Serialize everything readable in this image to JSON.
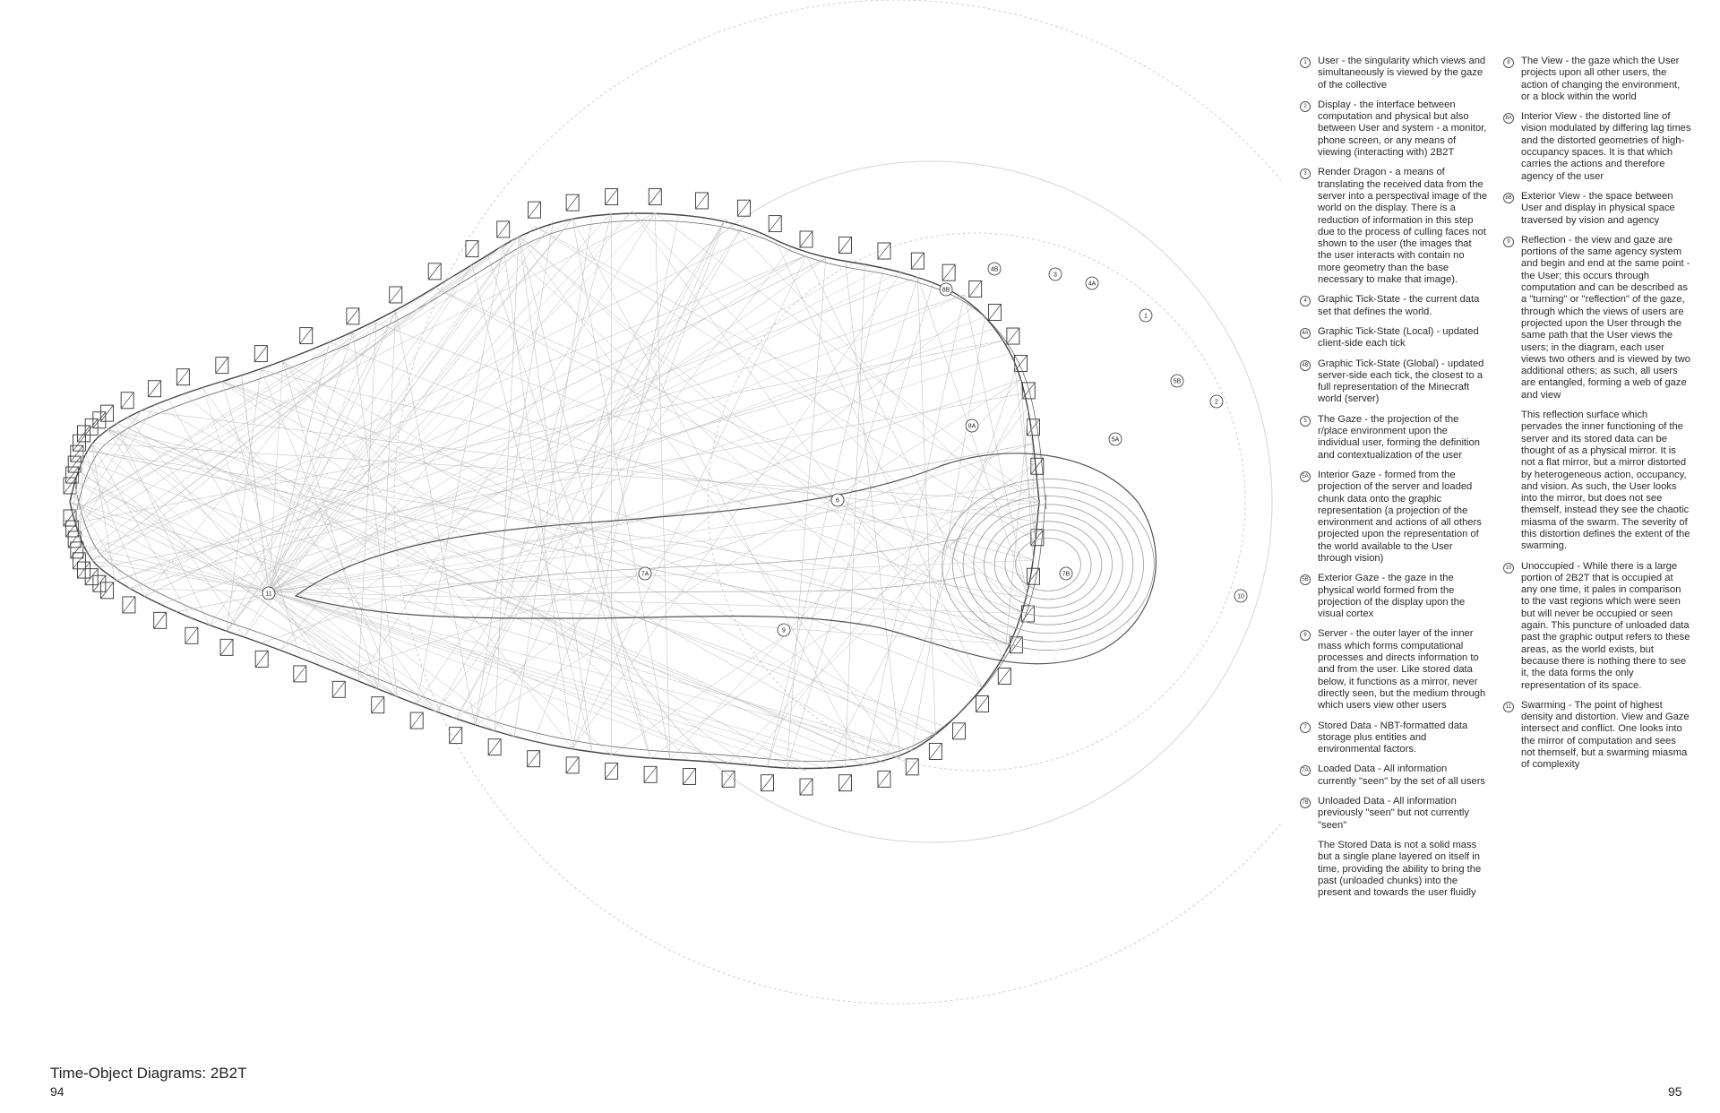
{
  "footer": {
    "title": "Time-Object Diagrams: 2B2T",
    "page_left": "94",
    "page_right": "95"
  },
  "diagram": {
    "markers": [
      {
        "id": "m11",
        "label": "11"
      },
      {
        "id": "m7A",
        "label": "7A"
      },
      {
        "id": "m7B",
        "label": "7B"
      },
      {
        "id": "m6",
        "label": "6"
      },
      {
        "id": "m9",
        "label": "9"
      },
      {
        "id": "m8A",
        "label": "8A"
      },
      {
        "id": "m5A",
        "label": "5A"
      },
      {
        "id": "m10",
        "label": "10"
      },
      {
        "id": "m4B",
        "label": "4B"
      },
      {
        "id": "m8B",
        "label": "8B"
      },
      {
        "id": "m3",
        "label": "3"
      },
      {
        "id": "m4A",
        "label": "4A"
      },
      {
        "id": "m1",
        "label": "1"
      },
      {
        "id": "m5B",
        "label": "5B"
      },
      {
        "id": "m2",
        "label": "2"
      }
    ]
  },
  "legend_left": [
    {
      "num": "1",
      "text": "User - the singularity which views and simultaneously is viewed by the gaze of the collective"
    },
    {
      "num": "2",
      "text": "Display - the interface between computation and physical but also between User and system - a monitor, phone screen, or any means of viewing (interacting with) 2B2T"
    },
    {
      "num": "3",
      "text": "Render Dragon - a means of translating the received data from the server into a perspectival image of the world on the display. There is a reduction of information in this step due to the process of culling faces not shown to the user (the images that the user interacts with contain no more geometry than the base necessary to make that image)."
    },
    {
      "num": "4",
      "text": "Graphic Tick-State - the current data set that defines the world."
    },
    {
      "num": "4A",
      "text": "Graphic Tick-State (Local) - updated client-side each tick"
    },
    {
      "num": "4B",
      "text": "Graphic Tick-State (Global) - updated server-side each tick, the closest to a full representation of the Minecraft world (server)"
    },
    {
      "num": "5",
      "text": "The Gaze - the projection of the r/place environment upon the individual user, forming the definition and contextualization of the user"
    },
    {
      "num": "5A",
      "text": "Interior Gaze - formed from the projection of the server and loaded chunk data onto the graphic representation (a projection of the environment and actions of all others projected upon the representation of the world available to the User through vision)"
    },
    {
      "num": "5B",
      "text": "Exterior Gaze - the gaze in the physical world formed from the projection of the display upon the visual cortex"
    },
    {
      "num": "6",
      "text": "Server - the outer layer of the inner mass which forms computational processes and directs information to and from the user. Like stored data below, it functions as a mirror, never directly seen, but the medium through which users view other users"
    },
    {
      "num": "7",
      "text": "Stored Data - NBT-formatted data storage plus entities and environmental factors."
    },
    {
      "num": "7A",
      "text": "Loaded Data - All information currently \"seen\" by the set of all users"
    },
    {
      "num": "7B",
      "text": "Unloaded Data - All information previously \"seen\" but not currently \"seen\""
    }
  ],
  "legend_left_note": "The Stored Data is not a solid mass but a single plane layered on itself in time, providing the ability to bring the past (unloaded chunks) into the present and towards the user fluidly",
  "legend_right": [
    {
      "num": "8",
      "text": "The View - the gaze which the User projects upon all other users, the action of changing the environment, or a block within the world"
    },
    {
      "num": "8A",
      "text": "Interior View - the distorted line of vision modulated by differing lag times and the distorted geometries of high-occupancy spaces. It is that which carries the actions and therefore agency of the user"
    },
    {
      "num": "8B",
      "text": "Exterior View - the space between User and display in physical space traversed by vision and agency"
    },
    {
      "num": "9",
      "text": "Reflection - the view and gaze are portions of the same agency system and begin and end at the same point - the User; this occurs through computation and can be described as a \"turning\" or \"reflection\" of the gaze, through which the views of users are projected upon the User through the same path that the User views the users; in the diagram, each user views two others and is viewed by two additional others; as such, all users are entangled, forming a web of gaze and view"
    }
  ],
  "legend_right_note": "This reflection surface which pervades the inner functioning of the server and its stored data can be thought of as a physical mirror. It is not a flat mirror, but a mirror distorted by heterogeneous action, occupancy, and vision. As such, the User looks into the mirror, but does not see themself, instead they see the chaotic miasma of the swarm. The severity of this distortion defines the extent of the swarming.",
  "legend_right_2": [
    {
      "num": "10",
      "text": "Unoccupied - While there is a large portion of 2B2T that is occupied at any one time, it pales in comparison to the vast regions which were seen but will never be occupied or seen again. This puncture of unloaded data past the graphic output refers to these areas, as the world exists, but because there is nothing there to see it, the data forms the only representation of its space."
    },
    {
      "num": "11",
      "text": "Swarming - The point of highest density and distortion. View and Gaze intersect and conflict. One looks into the mirror of computation and sees not themself, but a swarming miasma of complexity"
    }
  ]
}
